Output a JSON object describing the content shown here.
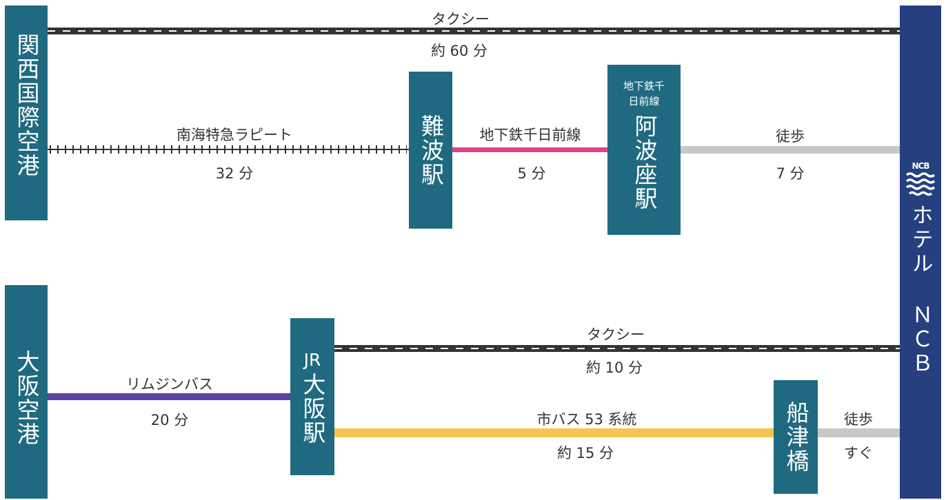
{
  "stations": {
    "kansai_airport": "関西国際空港",
    "namba": "難波駅",
    "abeno_line_small": "地下鉄千日前線",
    "abeno": "阿波座駅",
    "itami_airport": "大阪空港",
    "jr_label": "JR",
    "osaka": "大阪駅",
    "funatsubashi": "船津橋"
  },
  "hotel": {
    "logo": "NCB",
    "name": "ホテル ＮＣＢ"
  },
  "routes": {
    "taxi1": {
      "name": "タクシー",
      "time": "約 60 分"
    },
    "nankai": {
      "name": "南海特急ラピート",
      "time": "32 分"
    },
    "subway": {
      "name": "地下鉄千日前線",
      "time": "5 分"
    },
    "walk1": {
      "name": "徒歩",
      "time": "7 分"
    },
    "limousine": {
      "name": "リムジンバス",
      "time": "20 分"
    },
    "taxi2": {
      "name": "タクシー",
      "time": "約 10 分"
    },
    "bus53": {
      "name": "市バス 53 系統",
      "time": "約 15 分"
    },
    "walk2": {
      "name": "徒歩",
      "time": "すぐ"
    }
  },
  "colors": {
    "station_box": "#1f6a80",
    "hotel_box": "#253f7f",
    "subway_line": "#e0418b",
    "walk_line": "#c8c8c8",
    "limousine_line": "#5b44a0",
    "bus_line": "#f6c54f",
    "rail": "#333333"
  }
}
